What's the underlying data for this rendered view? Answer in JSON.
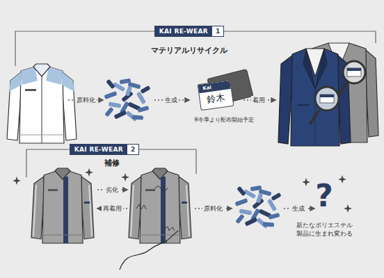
{
  "diagram": {
    "nodes": [
      {
        "text": [
          "KAI RE-WEAR",
          "1"
        ]
      },
      {
        "text": [
          "Kai",
          "鈴木"
        ]
      },
      {
        "text": [
          "KAI RE-WEAR",
          "2"
        ]
      }
    ],
    "labels": [
      "マテリアルリサイクル",
      "原料化",
      "生成",
      "※冬季より配布開始予定",
      "着用",
      "補修",
      "劣化",
      "再着用",
      "原料化",
      "生成",
      "?",
      "新たなポリエステル 製品に生まれ変わる"
    ]
  }
}
